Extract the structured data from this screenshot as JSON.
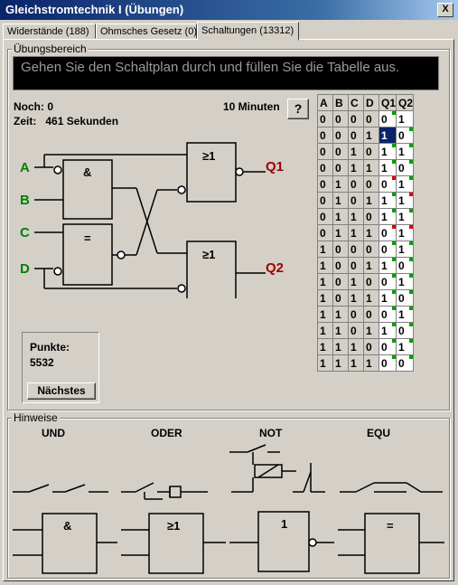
{
  "window": {
    "title": "Gleichstromtechnik I (Übungen)",
    "close_label": "X"
  },
  "tabs": [
    {
      "label": "Widerstände (188)",
      "active": false
    },
    {
      "label": "Ohmsches Gesetz (0)",
      "active": false
    },
    {
      "label": "Schaltungen (13312)",
      "active": true
    }
  ],
  "exercise": {
    "legend": "Übungsbereich",
    "instruction": "Gehen Sie den Schaltplan durch und füllen Sie die Tabelle aus.",
    "remaining_label": "Noch:",
    "remaining_value": "0",
    "time_label": "Zeit:",
    "time_value": "461 Sekunden",
    "time_limit": "10 Minuten",
    "help_label": "?",
    "points_label": "Punkte:",
    "points_value": "5532",
    "next_label": "Nächstes"
  },
  "circuit": {
    "inputs": [
      "A",
      "B",
      "C",
      "D"
    ],
    "outputs": [
      "Q1",
      "Q2"
    ],
    "gate_and": "&",
    "gate_equ": "=",
    "gate_or": "≥1"
  },
  "truth_table": {
    "headers": [
      "A",
      "B",
      "C",
      "D",
      "Q1",
      "Q2"
    ],
    "rows": [
      {
        "in": [
          "0",
          "0",
          "0",
          "0"
        ],
        "q1": "0",
        "q2": "1",
        "m1": "ok",
        "m2": ""
      },
      {
        "in": [
          "0",
          "0",
          "0",
          "1"
        ],
        "q1": "1",
        "q2": "0",
        "m1": "",
        "m2": "ok",
        "sel": true
      },
      {
        "in": [
          "0",
          "0",
          "1",
          "0"
        ],
        "q1": "1",
        "q2": "1",
        "m1": "ok",
        "m2": "ok"
      },
      {
        "in": [
          "0",
          "0",
          "1",
          "1"
        ],
        "q1": "1",
        "q2": "0",
        "m1": "ok",
        "m2": "ok"
      },
      {
        "in": [
          "0",
          "1",
          "0",
          "0"
        ],
        "q1": "0",
        "q2": "1",
        "m1": "bad",
        "m2": "ok"
      },
      {
        "in": [
          "0",
          "1",
          "0",
          "1"
        ],
        "q1": "1",
        "q2": "1",
        "m1": "ok",
        "m2": "bad"
      },
      {
        "in": [
          "0",
          "1",
          "1",
          "0"
        ],
        "q1": "1",
        "q2": "1",
        "m1": "ok",
        "m2": "ok"
      },
      {
        "in": [
          "0",
          "1",
          "1",
          "1"
        ],
        "q1": "0",
        "q2": "1",
        "m1": "bad",
        "m2": "bad"
      },
      {
        "in": [
          "1",
          "0",
          "0",
          "0"
        ],
        "q1": "0",
        "q2": "1",
        "m1": "ok",
        "m2": "ok"
      },
      {
        "in": [
          "1",
          "0",
          "0",
          "1"
        ],
        "q1": "1",
        "q2": "0",
        "m1": "ok",
        "m2": "ok"
      },
      {
        "in": [
          "1",
          "0",
          "1",
          "0"
        ],
        "q1": "0",
        "q2": "1",
        "m1": "ok",
        "m2": "ok"
      },
      {
        "in": [
          "1",
          "0",
          "1",
          "1"
        ],
        "q1": "1",
        "q2": "0",
        "m1": "ok",
        "m2": "ok"
      },
      {
        "in": [
          "1",
          "1",
          "0",
          "0"
        ],
        "q1": "0",
        "q2": "1",
        "m1": "ok",
        "m2": "ok"
      },
      {
        "in": [
          "1",
          "1",
          "0",
          "1"
        ],
        "q1": "1",
        "q2": "0",
        "m1": "ok",
        "m2": "ok"
      },
      {
        "in": [
          "1",
          "1",
          "1",
          "0"
        ],
        "q1": "0",
        "q2": "1",
        "m1": "ok",
        "m2": "ok"
      },
      {
        "in": [
          "1",
          "1",
          "1",
          "1"
        ],
        "q1": "0",
        "q2": "0",
        "m1": "ok",
        "m2": "ok"
      }
    ]
  },
  "hints": {
    "legend": "Hinweise",
    "columns": [
      {
        "label": "UND",
        "gate": "&"
      },
      {
        "label": "ODER",
        "gate": "≥1"
      },
      {
        "label": "NOT",
        "gate": "1"
      },
      {
        "label": "EQU",
        "gate": "="
      }
    ]
  },
  "colors": {
    "input_label": "#008000",
    "output_label": "#a00000",
    "mark_ok": "#00a000",
    "mark_bad": "#e00000"
  }
}
